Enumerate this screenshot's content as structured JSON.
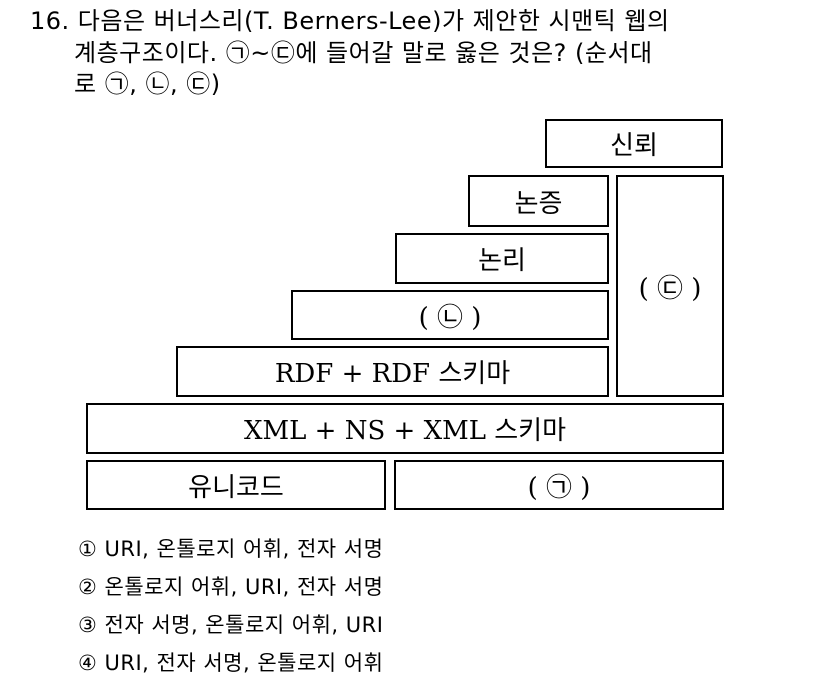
{
  "question": {
    "lines": [
      "16. 다음은 버너스리(T. Berners-Lee)가 제안한 시맨틱 웹의",
      "계층구조이다. ㉠~㉢에 들어갈 말로 옳은 것은? (순서대",
      "로 ㉠, ㉡, ㉢)"
    ]
  },
  "diagram": {
    "trust": "신뢰",
    "proof": "논증",
    "logic": "논리",
    "blank_b": "( ㉡ )",
    "blank_c": "( ㉢ )",
    "rdf": "RDF + RDF 스키마",
    "xml": "XML + NS + XML 스키마",
    "unicode": "유니코드",
    "blank_a": "( ㉠ )"
  },
  "options": [
    "① URI, 온톨로지 어휘, 전자 서명",
    "② 온톨로지 어휘, URI, 전자 서명",
    "③ 전자 서명, 온톨로지 어휘, URI",
    "④ URI, 전자 서명, 온톨로지 어휘"
  ]
}
